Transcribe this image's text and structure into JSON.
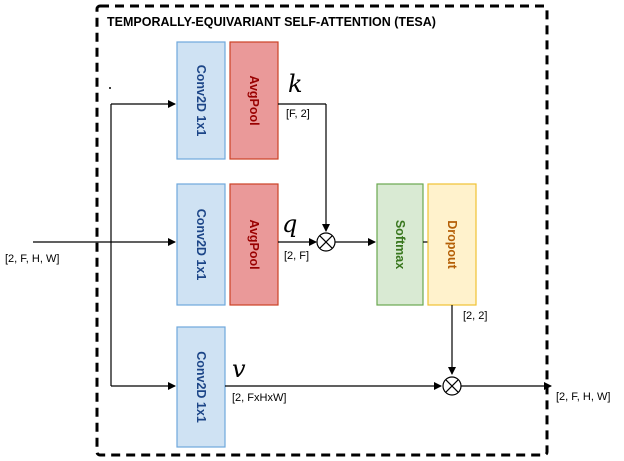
{
  "title": "TEMPORALLY-EQUIVARIANT SELF-ATTENTION (TESA)",
  "blocks": {
    "conv_k": "Conv2D 1x1",
    "conv_q": "Conv2D 1x1",
    "conv_v": "Conv2D 1x1",
    "avgpool_k": "AvgPool",
    "avgpool_q": "AvgPool",
    "softmax": "Softmax",
    "dropout": "Dropout"
  },
  "symbols": {
    "k": "k",
    "q": "q",
    "v": "v"
  },
  "shapes": {
    "input": "[2, F, H, W]",
    "k": "[F, 2]",
    "q": "[2, F]",
    "v": "[2, FxHxW]",
    "attn": "[2, 2]",
    "output": "[2, F, H, W]"
  },
  "colors": {
    "conv_fill": "#cfe2f3",
    "conv_stroke": "#6fa8dc",
    "conv_text": "#1c4587",
    "avgpool_fill": "#ea9999",
    "avgpool_stroke": "#cc4125",
    "avgpool_text": "#990000",
    "softmax_fill": "#d9ead3",
    "softmax_stroke": "#6aa84f",
    "softmax_text": "#38761d",
    "dropout_fill": "#fff2cc",
    "dropout_stroke": "#f1c232",
    "dropout_text": "#b45f06"
  }
}
